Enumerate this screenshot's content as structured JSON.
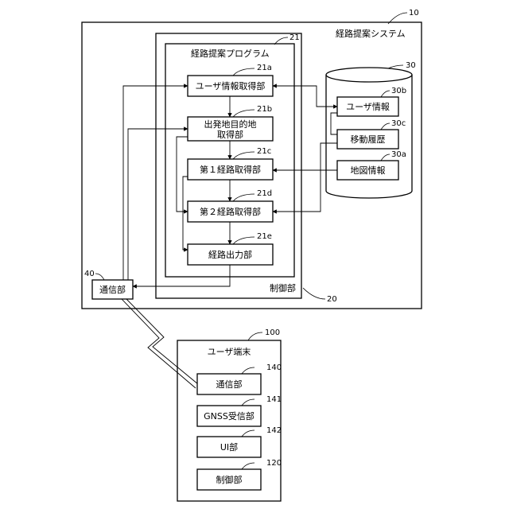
{
  "system": {
    "label": "経路提案システム",
    "ref": "10"
  },
  "control": {
    "label": "制御部",
    "ref": "20"
  },
  "program": {
    "label": "経路提案プログラム",
    "ref": "21"
  },
  "modules": {
    "user_info_acq": {
      "label": "ユーザ情報取得部",
      "ref": "21a"
    },
    "origin_dest_line1": "出発地目的地",
    "origin_dest_line2": "取得部",
    "origin_dest_ref": "21b",
    "route1": {
      "label": "第１経路取得部",
      "ref": "21c"
    },
    "route2": {
      "label": "第２経路取得部",
      "ref": "21d"
    },
    "route_out": {
      "label": "経路出力部",
      "ref": "21e"
    }
  },
  "storage": {
    "ref": "30",
    "user_info": {
      "label": "ユーザ情報",
      "ref": "30b"
    },
    "move_history": {
      "label": "移動履歴",
      "ref": "30c"
    },
    "map_info": {
      "label": "地図情報",
      "ref": "30a"
    }
  },
  "comm": {
    "label": "通信部",
    "ref": "40"
  },
  "terminal": {
    "label": "ユーザ端末",
    "ref": "100",
    "comm": {
      "label": "通信部",
      "ref": "140"
    },
    "gnss": {
      "label": "GNSS受信部",
      "ref": "141"
    },
    "ui": {
      "label": "UI部",
      "ref": "142"
    },
    "control": {
      "label": "制御部",
      "ref": "120"
    }
  }
}
